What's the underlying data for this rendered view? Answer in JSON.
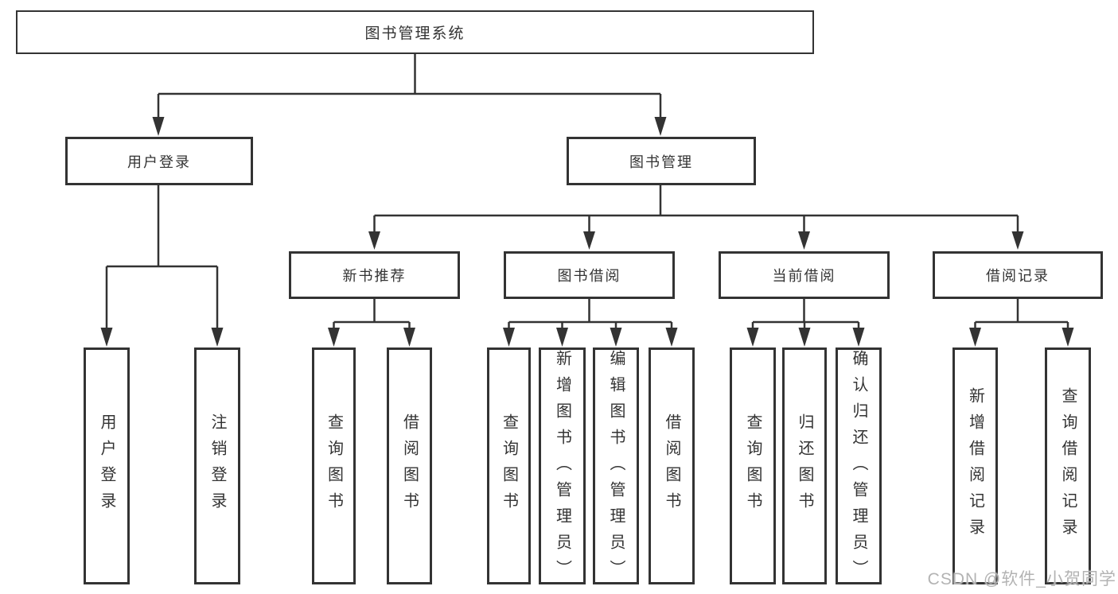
{
  "diagram_title": "图书管理系统",
  "nodes": {
    "root": "图书管理系统",
    "user_login": "用户登录",
    "book_mgmt": "图书管理",
    "new_book_rec": "新书推荐",
    "book_borrow": "图书借阅",
    "current_borrow": "当前借阅",
    "borrow_record": "借阅记录",
    "leaves": [
      "用户登录",
      "注销登录",
      "查询图书",
      "借阅图书",
      "查询图书",
      "新增图书（管理员）",
      "编辑图书（管理员）",
      "借阅图书",
      "查询图书",
      "归还图书",
      "确认归还（管理员）",
      "新增借阅记录",
      "查询借阅记录"
    ]
  },
  "edges": {
    "图书管理系统": [
      "用户登录",
      "图书管理"
    ],
    "用户登录": [
      "用户登录",
      "注销登录"
    ],
    "图书管理": [
      "新书推荐",
      "图书借阅",
      "当前借阅",
      "借阅记录"
    ],
    "新书推荐": [
      "查询图书",
      "借阅图书"
    ],
    "图书借阅": [
      "查询图书",
      "新增图书（管理员）",
      "编辑图书（管理员）",
      "借阅图书"
    ],
    "当前借阅": [
      "查询图书",
      "归还图书",
      "确认归还（管理员）"
    ],
    "借阅记录": [
      "新增借阅记录",
      "查询借阅记录"
    ]
  },
  "watermark": "CSDN @软件_小贺同学",
  "colors": {
    "line": "#333333",
    "box_border": "#333333",
    "text": "#333333",
    "watermark": "#b3b3b3",
    "background": "#ffffff"
  }
}
